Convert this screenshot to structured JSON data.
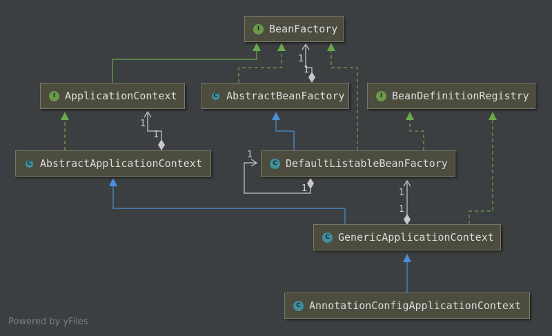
{
  "nodes": {
    "bean_factory": {
      "label": "BeanFactory",
      "kind": "interface",
      "badge": "I"
    },
    "application_context": {
      "label": "ApplicationContext",
      "kind": "interface",
      "badge": "I"
    },
    "abstract_bean_factory": {
      "label": "AbstractBeanFactory",
      "kind": "abstract",
      "badge": "C"
    },
    "bean_definition_registry": {
      "label": "BeanDefinitionRegistry",
      "kind": "interface",
      "badge": "I"
    },
    "abstract_application_context": {
      "label": "AbstractApplicationContext",
      "kind": "abstract",
      "badge": "C"
    },
    "default_listable_bean_factory": {
      "label": "DefaultListableBeanFactory",
      "kind": "class",
      "badge": "C"
    },
    "generic_application_context": {
      "label": "GenericApplicationContext",
      "kind": "class",
      "badge": "C"
    },
    "annotation_config_application_context": {
      "label": "AnnotationConfigApplicationContext",
      "kind": "class",
      "badge": "C"
    }
  },
  "multiplicities": {
    "m1": "1",
    "m2": "1",
    "m3": "1",
    "m4": "1",
    "m5": "1",
    "m6": "1",
    "m7": "1",
    "m8": "1"
  },
  "footer": "Powered by yFiles",
  "colors": {
    "background": "#3c3f41",
    "implements": "#6aaa4a",
    "extends": "#4a90d9",
    "association": "#c8c8c8",
    "node_fill": "#4c4c3f"
  }
}
